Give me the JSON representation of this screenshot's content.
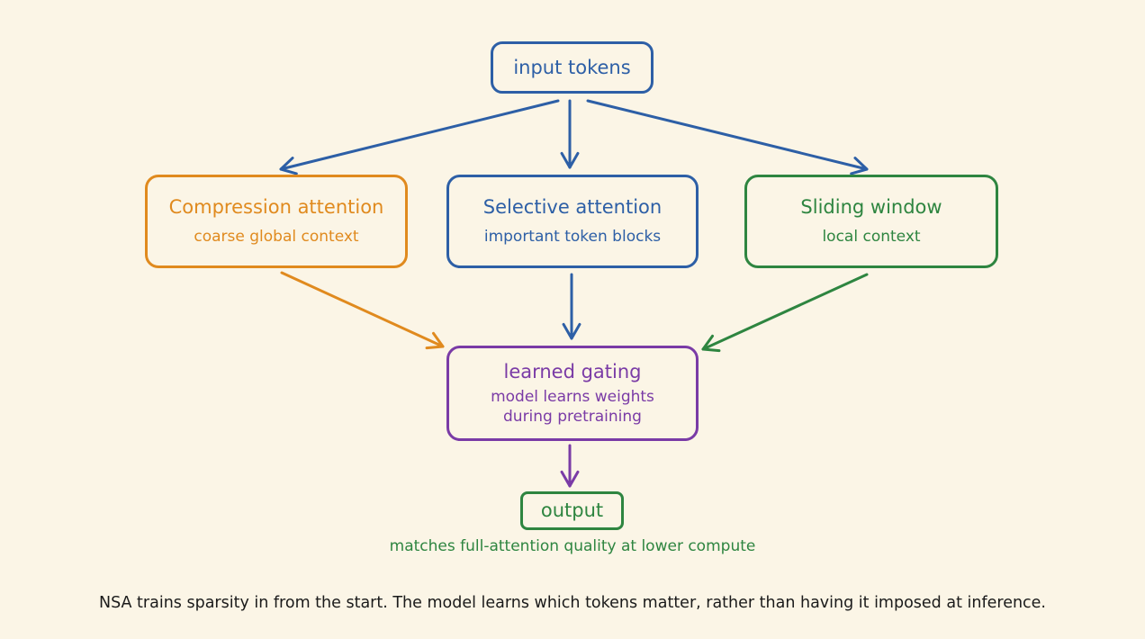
{
  "nodes": {
    "input": {
      "title": "input tokens"
    },
    "compression": {
      "title": "Compression attention",
      "subtitle": "coarse global context"
    },
    "selective": {
      "title": "Selective attention",
      "subtitle": "important token blocks"
    },
    "sliding": {
      "title": "Sliding window",
      "subtitle": "local context"
    },
    "gating": {
      "title": "learned gating",
      "subtitle_line1": "model learns weights",
      "subtitle_line2": "during pretraining"
    },
    "output": {
      "title": "output",
      "caption": "matches full-attention quality at lower compute"
    }
  },
  "footer_note": "NSA trains sparsity in from the start. The model learns which tokens matter, rather than having it imposed at inference.",
  "edges": [
    {
      "from": "input",
      "to": "compression",
      "color": "#2d5fa6"
    },
    {
      "from": "input",
      "to": "selective",
      "color": "#2d5fa6"
    },
    {
      "from": "input",
      "to": "sliding",
      "color": "#2d5fa6"
    },
    {
      "from": "compression",
      "to": "gating",
      "color": "#e08a1e"
    },
    {
      "from": "selective",
      "to": "gating",
      "color": "#2d5fa6"
    },
    {
      "from": "sliding",
      "to": "gating",
      "color": "#2e8540"
    },
    {
      "from": "gating",
      "to": "output",
      "color": "#7a3ba6"
    }
  ],
  "colors": {
    "background": "#fbf5e6",
    "blue": "#2d5fa6",
    "orange": "#e08a1e",
    "green": "#2e8540",
    "purple": "#7a3ba6",
    "text": "#1a1a1a"
  }
}
